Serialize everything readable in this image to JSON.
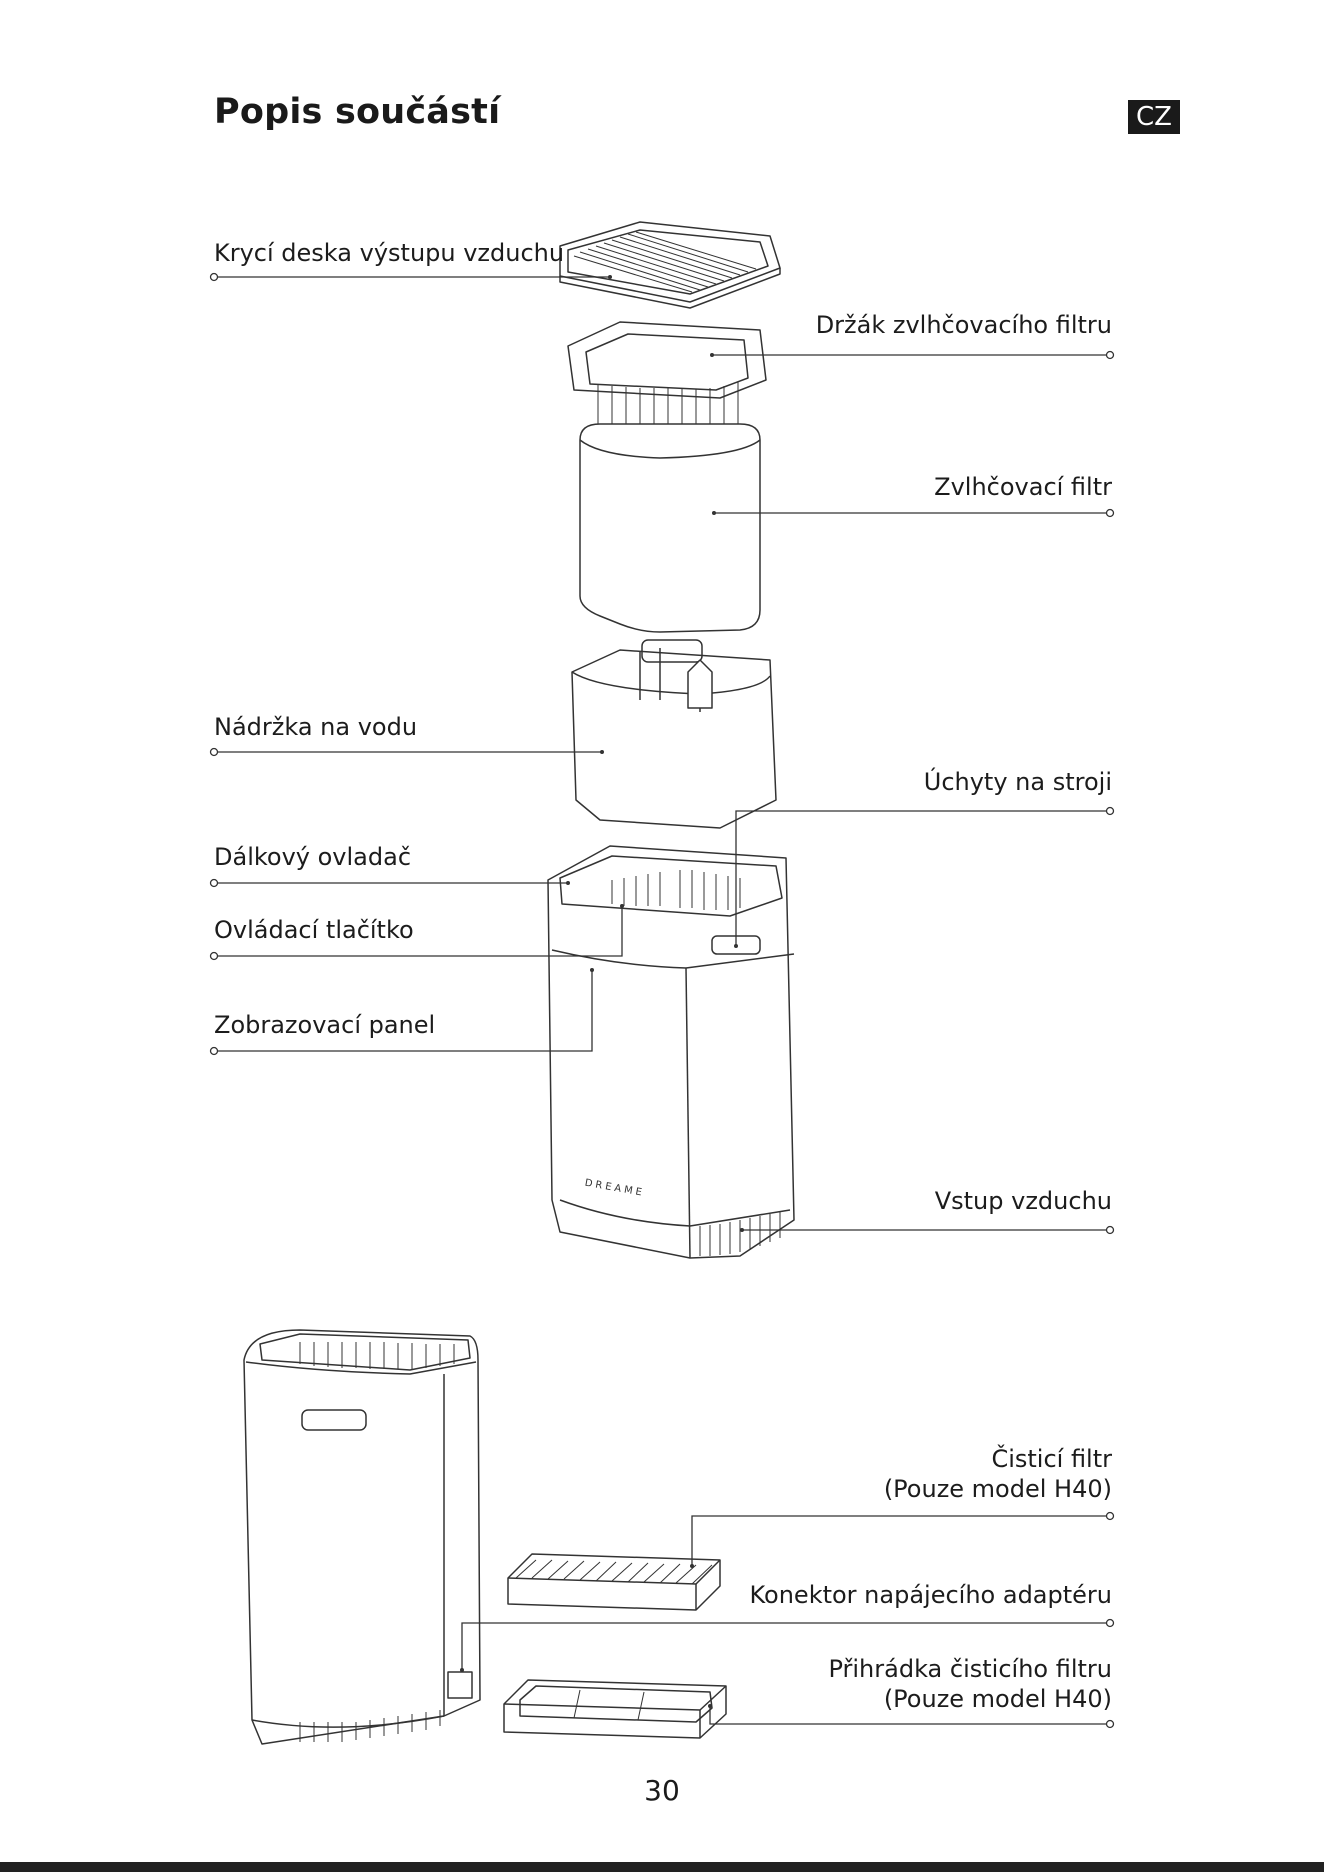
{
  "page": {
    "title": "Popis součástí",
    "lang": "CZ",
    "page_number": "30",
    "brand_text": "DREAME"
  },
  "labels": {
    "air_outlet_cover": "Krycí deska výstupu vzduchu",
    "humidifying_filter_holder": "Držák zvlhčovacího filtru",
    "humidifying_filter": "Zvlhčovací filtr",
    "water_tank": "Nádržka na vodu",
    "machine_handles": "Úchyty na stroji",
    "remote_control": "Dálkový ovladač",
    "control_button": "Ovládací tlačítko",
    "display_panel": "Zobrazovací panel",
    "air_inlet": "Vstup vzduchu",
    "purifying_filter_line1": "Čisticí filtr",
    "purifying_filter_line2": "(Pouze model H40)",
    "power_adapter_connector": "Konektor napájecího adaptéru",
    "filter_compartment_line1": "Přihrádka čisticího filtru",
    "filter_compartment_line2": "(Pouze model H40)"
  }
}
